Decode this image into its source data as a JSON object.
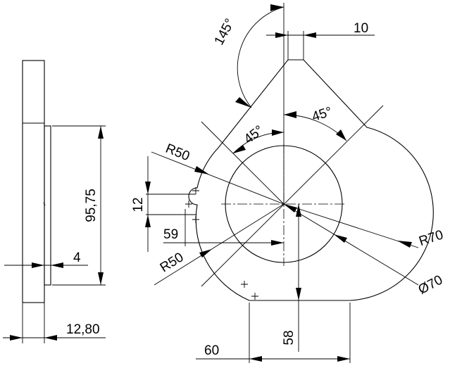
{
  "drawing": {
    "dimensions": {
      "angle_top": "145°",
      "width_top": "10",
      "angle_right": "45°",
      "angle_center": "45°",
      "radius_left_upper": "R50",
      "height_slot": "12",
      "offset_slot": "59",
      "radius_left_lower": "R50",
      "radius_right": "R70",
      "diameter_bore": "Ø70",
      "height_lower": "58",
      "width_base": "60",
      "side_height": "95,75",
      "side_step": "4",
      "side_thickness": "12,80"
    },
    "colors": {
      "line": "#000000",
      "background": "#ffffff"
    }
  }
}
